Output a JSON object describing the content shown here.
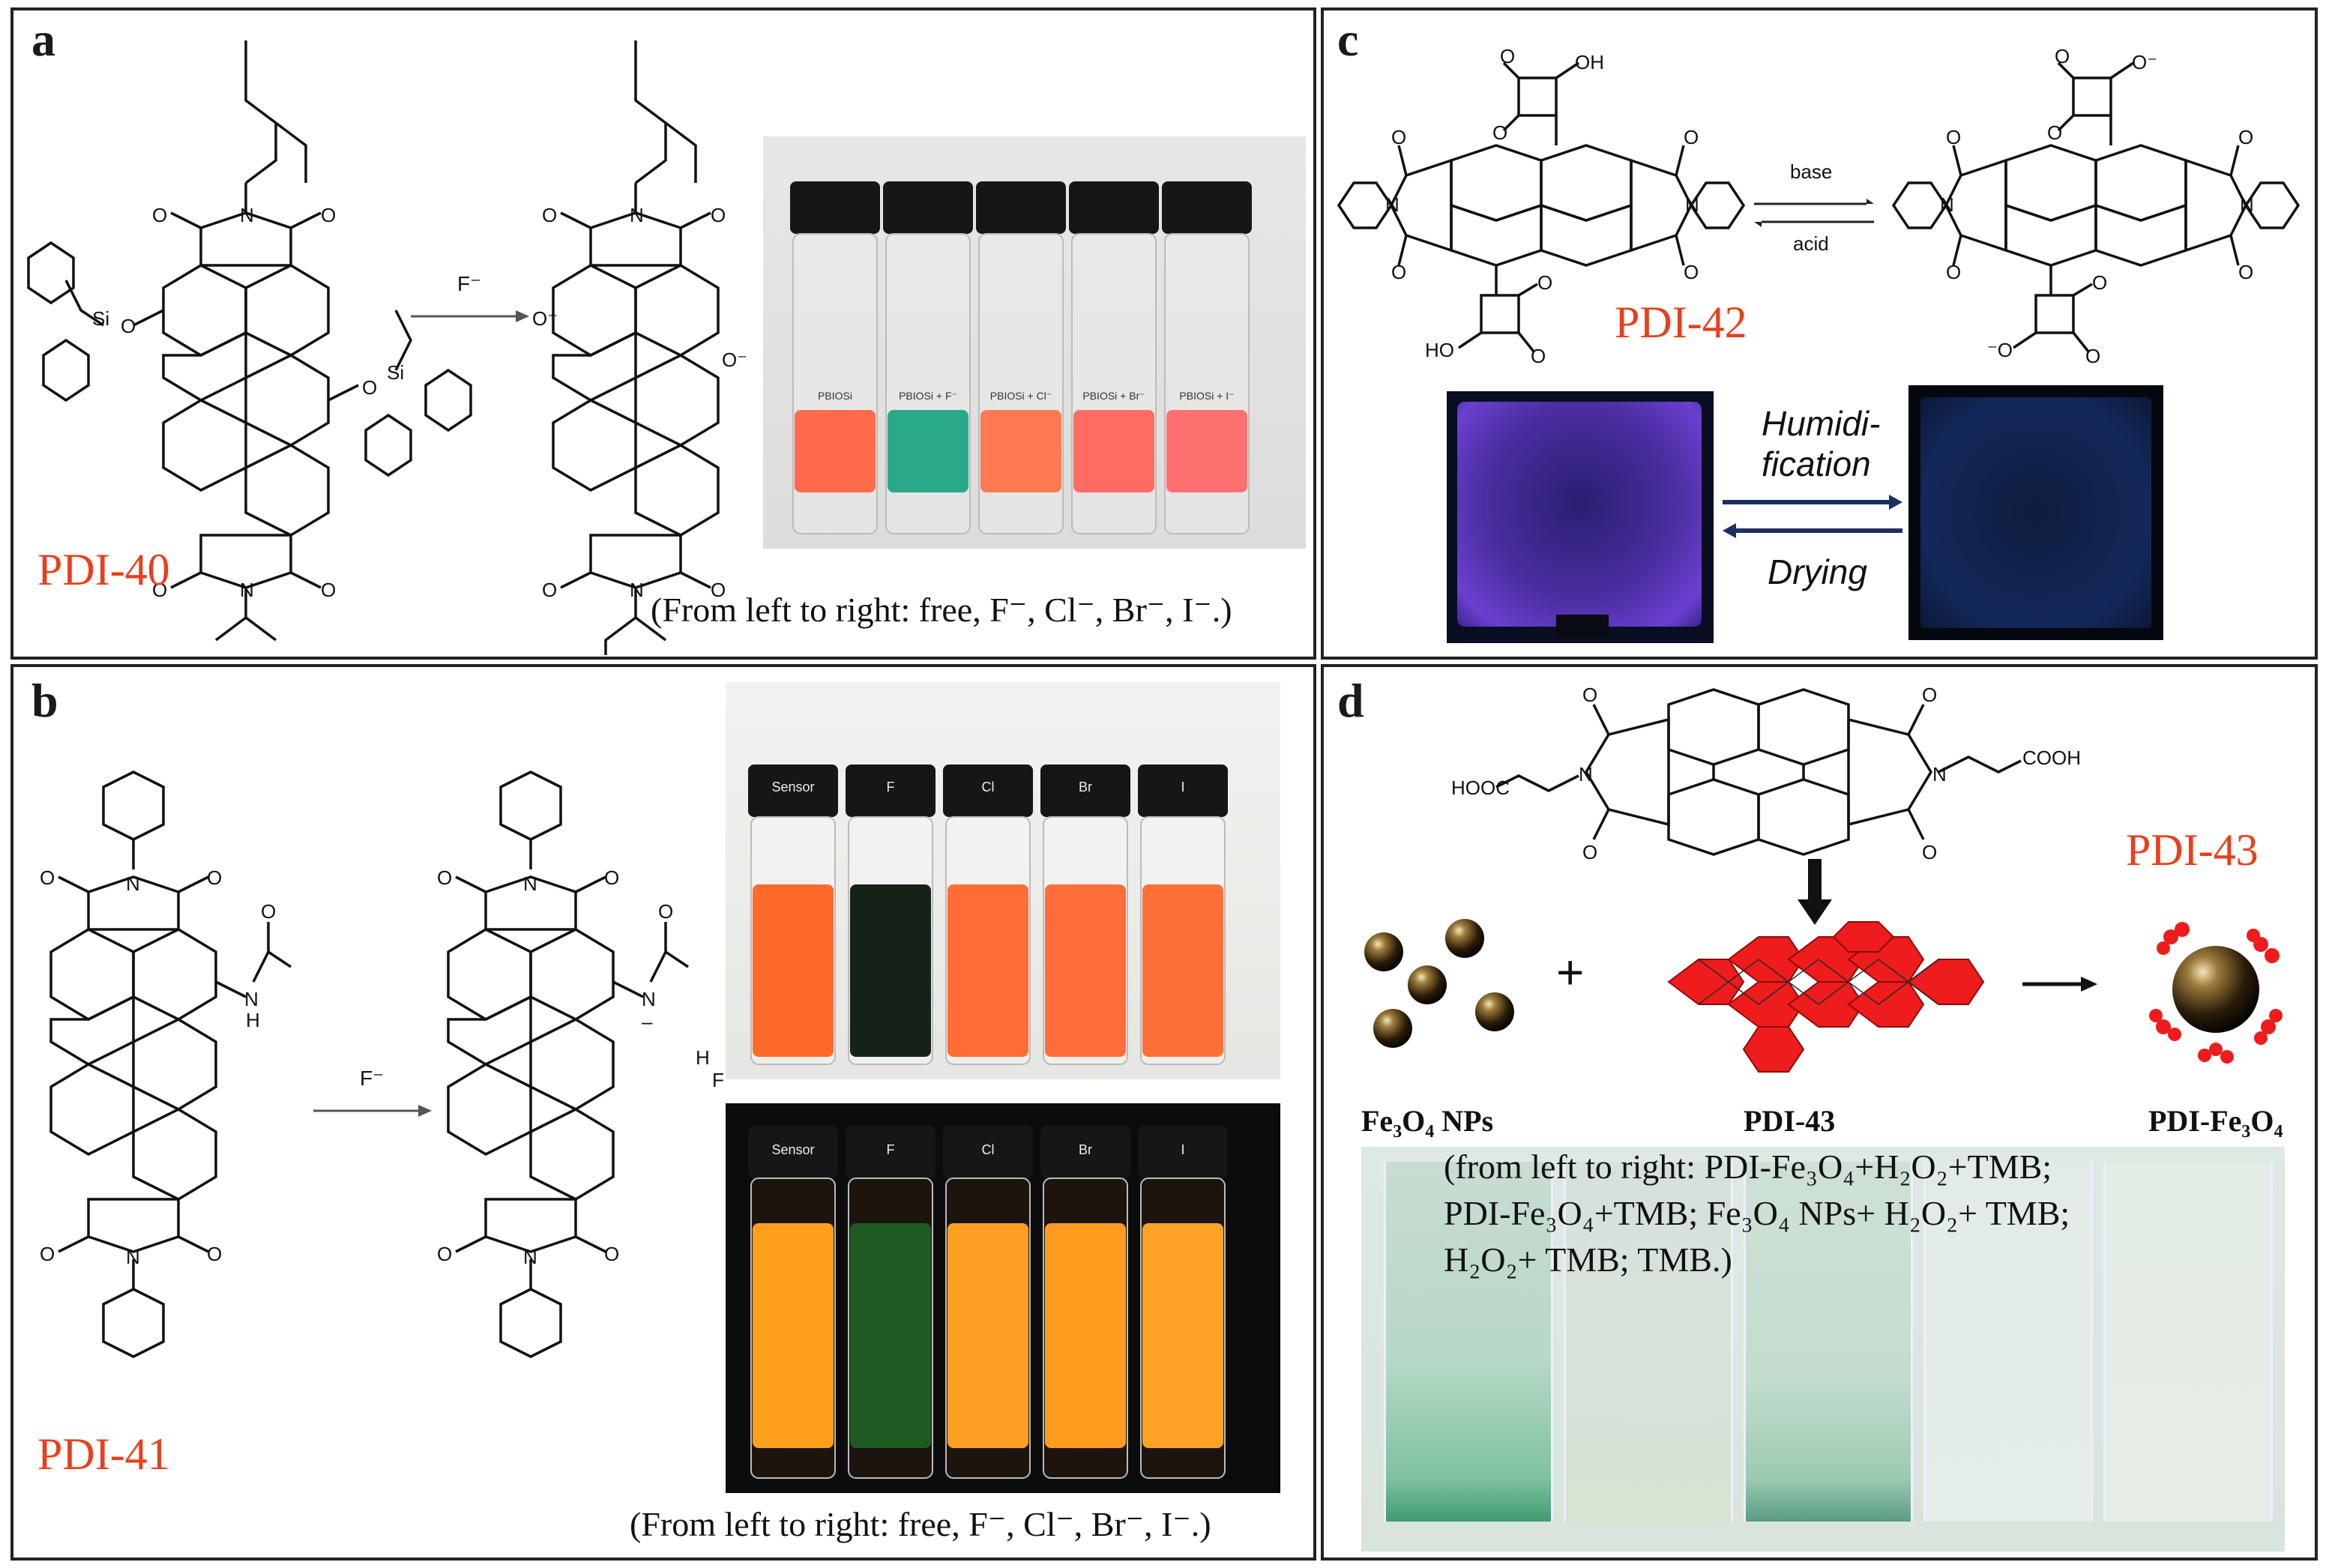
{
  "panels": {
    "a": {
      "letter": "a",
      "compound": "PDI-40",
      "reagent": "F⁻",
      "vial_labels": [
        "PBIOSi",
        "PBIOSi + F⁻",
        "PBIOSi + Cl⁻",
        "PBIOSi + Br⁻",
        "PBIOSi + I⁻"
      ],
      "caption": "(From left to right: free, F⁻, Cl⁻, Br⁻, I⁻.)"
    },
    "b": {
      "letter": "b",
      "compound": "PDI-41",
      "reagent": "F⁻",
      "vial_labels_top": [
        "Sensor",
        "F",
        "Cl",
        "Br",
        "I"
      ],
      "vial_labels_bottom": [
        "Sensor",
        "F",
        "Cl",
        "Br",
        "I"
      ],
      "caption": "(From left to right: free, F⁻, Cl⁻, Br⁻, I⁻.)"
    },
    "c": {
      "letter": "c",
      "compound": "PDI-42",
      "arrow_top": "base",
      "arrow_bottom": "acid",
      "humid_line1": "Humidi-",
      "humid_line2": "fication",
      "drying": "Drying"
    },
    "d": {
      "letter": "d",
      "compound": "PDI-43",
      "label_left": "Fe₃O₄ NPs",
      "label_mid": "PDI-43",
      "label_right": "PDI-Fe₃O₄",
      "plus": "+",
      "caption_line1": "(from left to right:  PDI-Fe₃O₄+H₂O₂+TMB;",
      "caption_line2": "PDI-Fe₃O₄+TMB; Fe₃O₄ NPs+ H₂O₂+ TMB;",
      "caption_line3": "H₂O₂+ TMB; TMB.)"
    }
  },
  "colors": {
    "accent": "#e8401c",
    "border": "#222222",
    "orange_solution": "#ff7a4a",
    "green_solution": "#2fa386",
    "navy_arrow": "#1d2f5e"
  }
}
